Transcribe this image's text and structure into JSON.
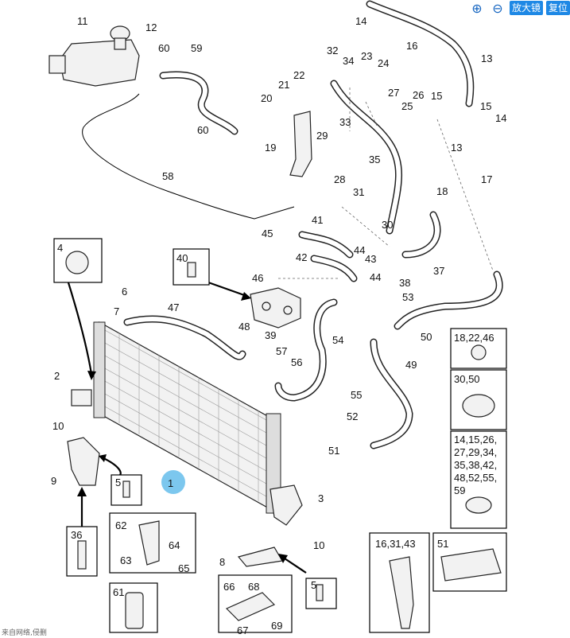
{
  "toolbar": {
    "zoom_in_icon": "magnifier-plus",
    "zoom_out_icon": "magnifier-minus",
    "zoom_label": "放大镜",
    "reset_label": "复位",
    "accent": "#1e88e5"
  },
  "watermark": "来自网络,侵删",
  "callouts": {
    "c1": "1",
    "c2": "2",
    "c3": "3",
    "c4": "4",
    "c5a": "5",
    "c5b": "5",
    "c6": "6",
    "c7": "7",
    "c8": "8",
    "c9": "9",
    "c10a": "10",
    "c10b": "10",
    "c11": "11",
    "c12": "12",
    "c13a": "13",
    "c13b": "13",
    "c14a": "14",
    "c14b": "14",
    "c15a": "15",
    "c15b": "15",
    "c16": "16",
    "c17": "17",
    "c18": "18",
    "c19": "19",
    "c20": "20",
    "c21": "21",
    "c22": "22",
    "c23": "23",
    "c24": "24",
    "c25": "25",
    "c26": "26",
    "c27": "27",
    "c28": "28",
    "c29": "29",
    "c30": "30",
    "c31": "31",
    "c32": "32",
    "c33": "33",
    "c34": "34",
    "c35": "35",
    "c36": "36",
    "c37": "37",
    "c38": "38",
    "c39": "39",
    "c40": "40",
    "c41": "41",
    "c42": "42",
    "c43": "43",
    "c44a": "44",
    "c44b": "44",
    "c45": "45",
    "c46": "46",
    "c47": "47",
    "c48": "48",
    "c49": "49",
    "c50": "50",
    "c51a": "51",
    "c51b": "51",
    "c52": "52",
    "c53": "53",
    "c54": "54",
    "c55": "55",
    "c56": "56",
    "c57": "57",
    "c58": "58",
    "c59": "59",
    "c60a": "60",
    "c60b": "60",
    "c61": "61",
    "c62": "62",
    "c63": "63",
    "c64": "64",
    "c65": "65",
    "c66": "66",
    "c67": "67",
    "c68": "68",
    "c69": "69"
  },
  "legend_boxes": {
    "b1": "18,22,46",
    "b2": "30,50",
    "b3a": "14,15,26,",
    "b3b": "27,29,34,",
    "b3c": "35,38,42,",
    "b3d": "48,52,55,",
    "b3e": "59",
    "b4": "16,31,43",
    "b5": "51"
  },
  "colors": {
    "highlight_marker": "#7cc7ee"
  }
}
